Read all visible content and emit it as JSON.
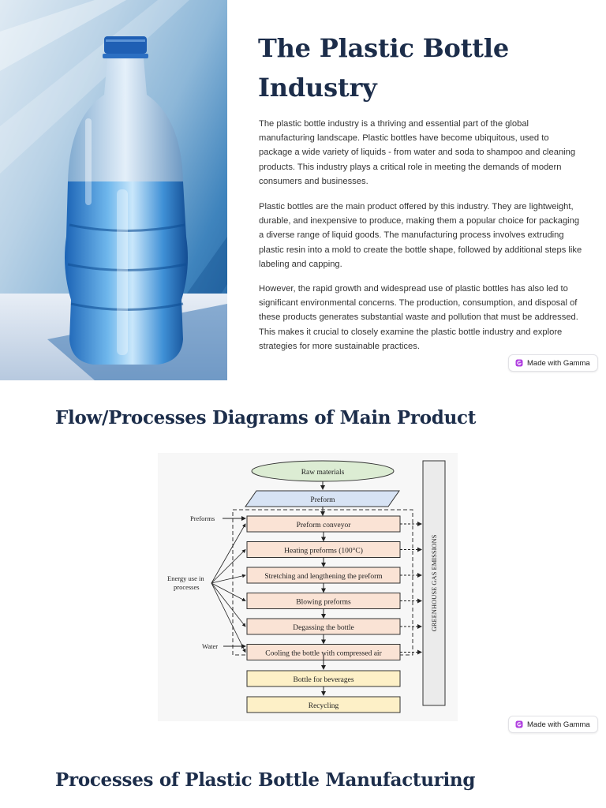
{
  "slide1": {
    "title": "The Plastic Bottle Industry",
    "paragraphs": [
      "The plastic bottle industry is a thriving and essential part of the global manufacturing landscape. Plastic bottles have become ubiquitous, used to package a wide variety of liquids - from water and soda to shampoo and cleaning products. This industry plays a critical role in meeting the demands of modern consumers and businesses.",
      "Plastic bottles are the main product offered by this industry. They are lightweight, durable, and inexpensive to produce, making them a popular choice for packaging a diverse range of liquid goods. The manufacturing process involves extruding plastic resin into a mold to create the bottle shape, followed by additional steps like labeling and capping.",
      "However, the rapid growth and widespread use of plastic bottles has also led to significant environmental concerns. The production, consumption, and disposal of these products generates substantial waste and pollution that must be addressed. This makes it crucial to closely examine the plastic bottle industry and explore strategies for more sustainable practices."
    ],
    "image_icon": "plastic-water-bottle-photo"
  },
  "badge": {
    "label": "Made with Gamma",
    "icon": "gamma-logo-icon"
  },
  "slide2": {
    "title": "Flow/Processes Diagrams of Main Product",
    "diagram": {
      "raw_materials": "Raw materials",
      "preform": "Preform",
      "steps": [
        "Preform conveyor",
        "Heating preforms (100°C)",
        "Stretching and lengthening the preform",
        "Blowing preforms",
        "Degassing the bottle",
        "Cooling the bottle with compressed air"
      ],
      "outputs": [
        "Bottle for beverages",
        "Recycling"
      ],
      "inputs": {
        "preforms": "Preforms",
        "energy_line1": "Energy use in",
        "energy_line2": "processes",
        "water": "Water"
      },
      "emissions": "GREENHOUSE GAS EMISSIONS"
    }
  },
  "slide3": {
    "title": "Processes of Plastic Bottle Manufacturing"
  },
  "colors": {
    "heading": "#1c2d4a",
    "raw_fill": "#dcecd3",
    "preform_fill": "#d7e3f4",
    "step_fill": "#fae3d5",
    "output_fill": "#fdf0c7",
    "gamma_accent": "#b03fe0"
  }
}
